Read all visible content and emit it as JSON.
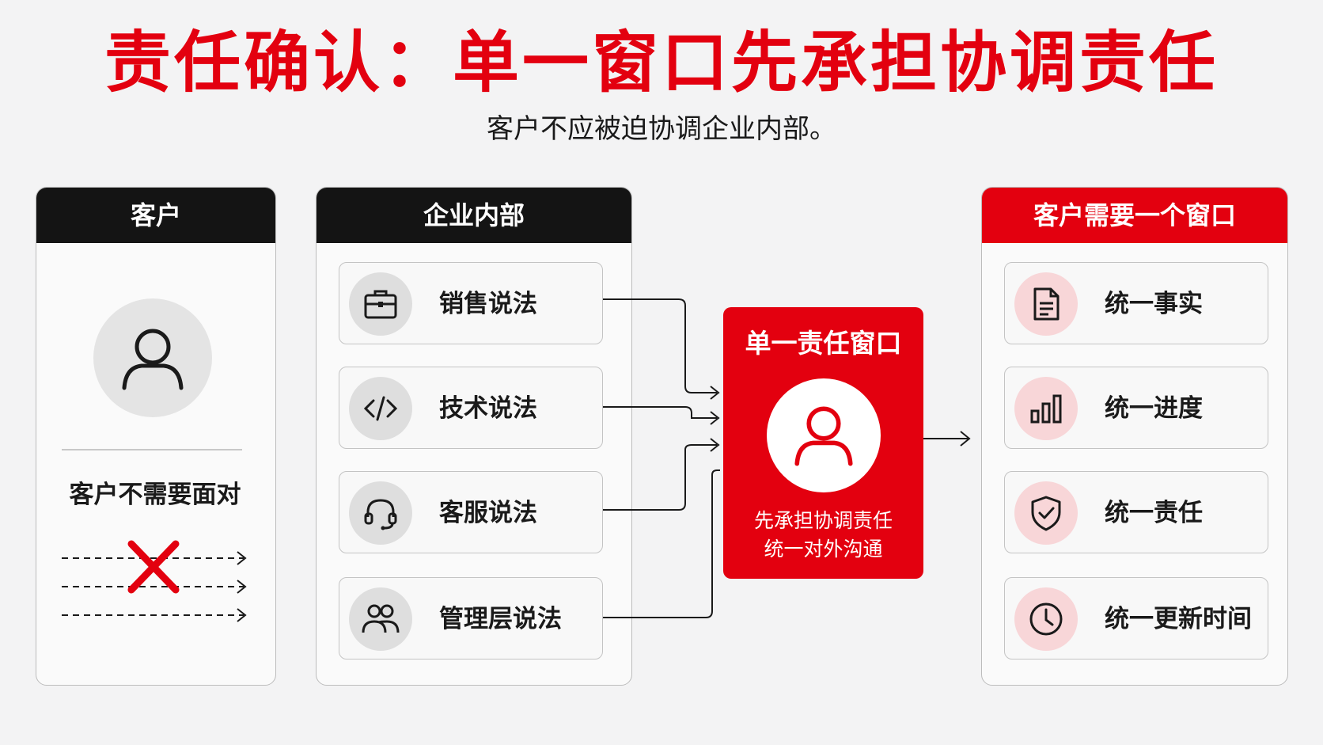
{
  "title": "责任确认：单一窗口先承担协调责任",
  "subtitle": "客户不应被迫协调企业内部。",
  "customer": {
    "header": "客户",
    "text": "客户不需要面对"
  },
  "internal": {
    "header": "企业内部",
    "items": [
      {
        "label": "销售说法",
        "icon": "briefcase-icon"
      },
      {
        "label": "技术说法",
        "icon": "code-icon"
      },
      {
        "label": "客服说法",
        "icon": "headset-icon"
      },
      {
        "label": "管理层说法",
        "icon": "group-icon"
      }
    ]
  },
  "center": {
    "title": "单一责任窗口",
    "line1": "先承担协调责任",
    "line2": "统一对外沟通",
    "icon": "person-icon"
  },
  "needs": {
    "header": "客户需要一个窗口",
    "items": [
      {
        "label": "统一事实",
        "icon": "document-icon"
      },
      {
        "label": "统一进度",
        "icon": "bar-chart-icon"
      },
      {
        "label": "统一责任",
        "icon": "shield-check-icon"
      },
      {
        "label": "统一更新时间",
        "icon": "clock-icon"
      }
    ]
  },
  "colors": {
    "accent": "#e3000f",
    "dark": "#141414",
    "pink": "#f8d6d8"
  }
}
